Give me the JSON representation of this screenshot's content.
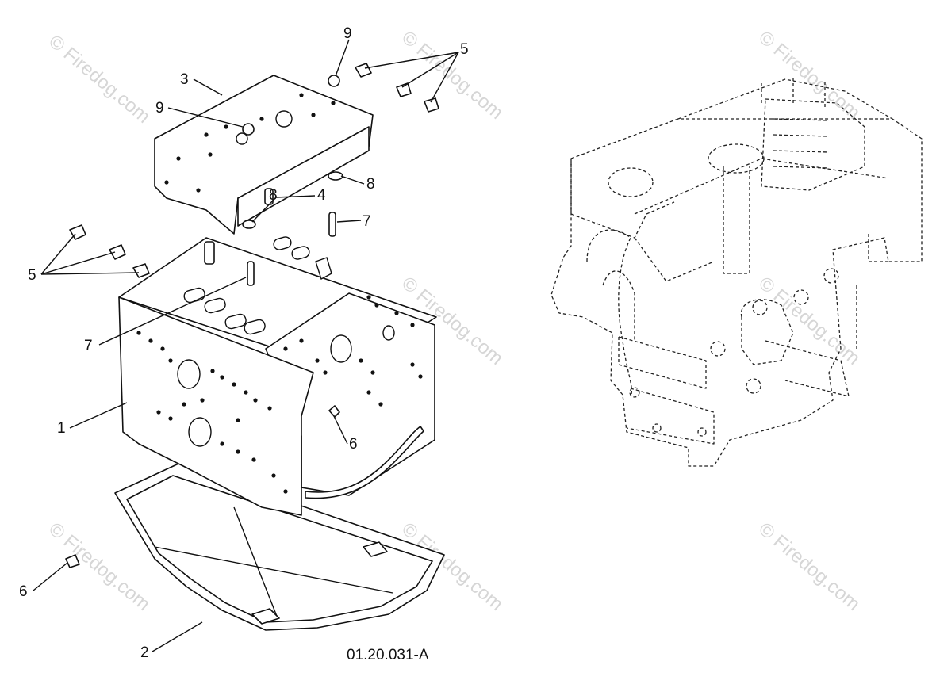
{
  "callouts": {
    "c1": "1",
    "c2": "2",
    "c3": "3",
    "c4": "4",
    "c5a": "5",
    "c5b": "5",
    "c6a": "6",
    "c6b": "6",
    "c7a": "7",
    "c7b": "7",
    "c8a": "8",
    "c8b": "8",
    "c9a": "9",
    "c9b": "9"
  },
  "reference_code": "01.20.031-A",
  "watermark": "© Firedog.com"
}
